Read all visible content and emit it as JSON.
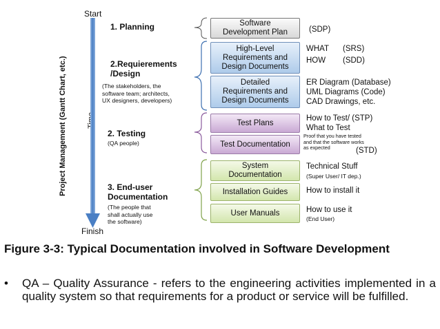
{
  "timeline": {
    "start": "Start",
    "finish": "Finish",
    "time": "Time",
    "project_management": "Project Management (Gantt Chart, etc.)"
  },
  "stages": [
    {
      "title": "1. Planning",
      "note": ""
    },
    {
      "title": "2.Requierements\n/Design",
      "note": "(The stakeholders, the\nsoftware team; architects,\nUX designers, developers)"
    },
    {
      "title": "2. Testing",
      "note": "(QA people)"
    },
    {
      "title": "3. End-user\nDocumentation",
      "note": "(The people that\nshall actually use\nthe software)"
    }
  ],
  "boxes": {
    "sdp": "Software\nDevelopment Plan",
    "high_level": "High-Level\nRequirements and\nDesign Documents",
    "detailed": "Detailed\nRequirements and\nDesign Documents",
    "test_plans": "Test Plans",
    "test_doc": "Test Documentation",
    "system_doc": "System\nDocumentation",
    "install": "Installation Guides",
    "manuals": "User Manuals"
  },
  "right_labels": {
    "sdp": "(SDP)",
    "what": "WHAT",
    "srs": "(SRS)",
    "how": "HOW",
    "sdd": "(SDD)",
    "er": "ER Diagram (Database)",
    "uml": "UML Diagrams (Code)",
    "cad": "CAD Drawings, etc.",
    "how_test": "How to Test/ (STP)",
    "what_test": "What to Test",
    "proof": "Proof that you have tested\nand that the software works\nas expected",
    "std": "(STD)",
    "technical": "Technical Stuff",
    "super_user": "(Super User/ IT dep.)",
    "how_install": "How to install it",
    "how_use": "How to use it",
    "end_user": "(End User)"
  },
  "caption": "Figure 3-3: Typical Documentation involved in Software Development",
  "bullet": {
    "symbol": "•",
    "text": "QA – Quality Assurance - refers to the engineering activities implemented in a quality system so that requirements for a product or service will be fulfilled."
  }
}
